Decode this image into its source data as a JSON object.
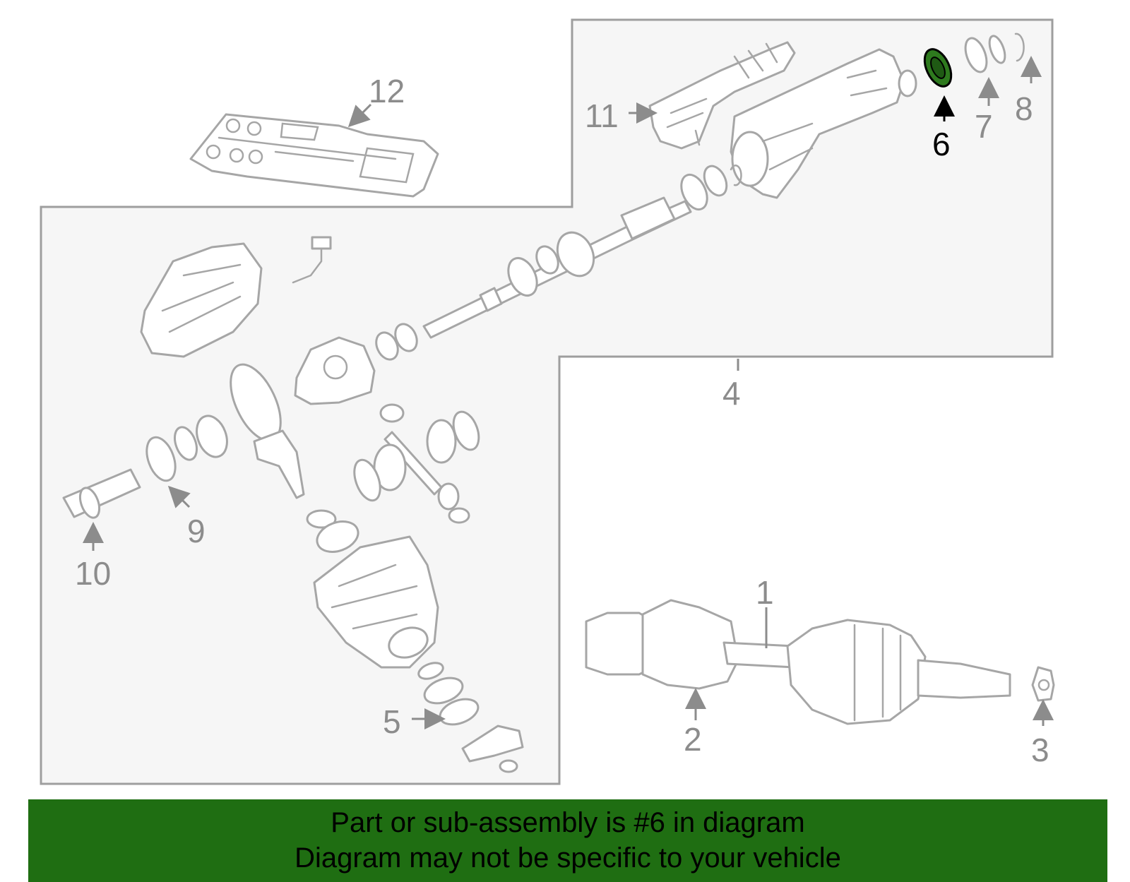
{
  "diagram": {
    "highlight_color": "#2e7a1e",
    "highlighted_part": "6",
    "callouts": [
      "1",
      "2",
      "3",
      "4",
      "5",
      "6",
      "7",
      "8",
      "9",
      "10",
      "11",
      "12"
    ]
  },
  "banner": {
    "background": "#1f6e12",
    "line1": "Part or sub-assembly is #6 in diagram",
    "line2": "Diagram may not be specific to your vehicle"
  }
}
